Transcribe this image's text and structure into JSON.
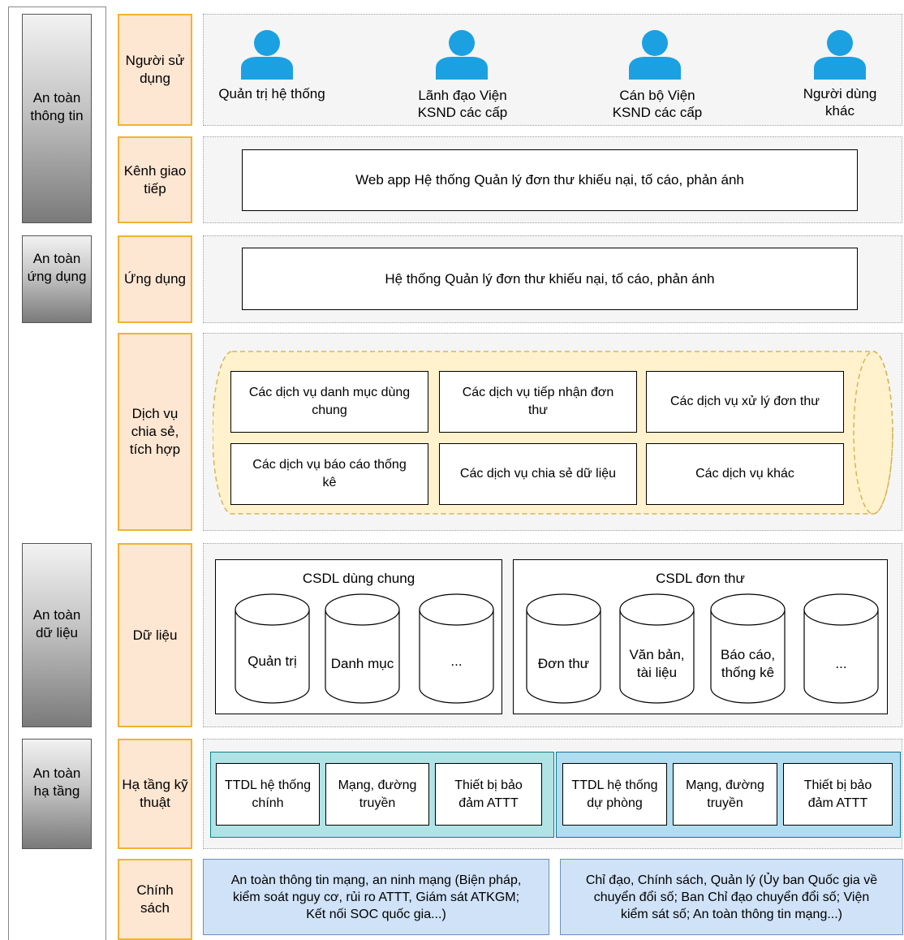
{
  "security": [
    {
      "key": "info",
      "label_lines": [
        "An toàn",
        "thông tin"
      ]
    },
    {
      "key": "app",
      "label_lines": [
        "An toàn",
        "ứng dụng"
      ]
    },
    {
      "key": "data",
      "label_lines": [
        "An toàn",
        "dữ liệu"
      ]
    },
    {
      "key": "infra",
      "label_lines": [
        "An toàn",
        "hạ tầng"
      ]
    }
  ],
  "layers": [
    {
      "key": "users",
      "label_lines": [
        "Người sử",
        "dụng"
      ]
    },
    {
      "key": "channel",
      "label_lines": [
        "Kênh giao",
        "tiếp"
      ]
    },
    {
      "key": "app",
      "label_lines": [
        "Ứng dụng"
      ]
    },
    {
      "key": "services",
      "label_lines": [
        "Dịch vụ",
        "chia sẻ,",
        "tích hợp"
      ]
    },
    {
      "key": "data",
      "label_lines": [
        "Dữ liệu"
      ]
    },
    {
      "key": "infra",
      "label_lines": [
        "Hạ tầng kỹ",
        "thuật"
      ]
    },
    {
      "key": "policy",
      "label_lines": [
        "Chính",
        "sách"
      ]
    }
  ],
  "users": [
    {
      "label_lines": [
        "Quản trị hệ thống"
      ]
    },
    {
      "label_lines": [
        "Lãnh đạo Viện",
        "KSND các cấp"
      ]
    },
    {
      "label_lines": [
        "Cán bộ Viện",
        "KSND các cấp"
      ]
    },
    {
      "label_lines": [
        "Người dùng",
        "khác"
      ]
    }
  ],
  "channel": {
    "label": "Web app Hệ thống Quản lý đơn thư khiếu nại, tố cáo, phản ánh"
  },
  "application": {
    "label": "Hệ thống Quản lý đơn thư khiếu nại, tố cáo, phản ánh"
  },
  "services": [
    {
      "label_lines": [
        "Các dịch vụ danh mục dùng",
        "chung"
      ]
    },
    {
      "label_lines": [
        "Các dịch vụ tiếp nhận đơn",
        "thư"
      ]
    },
    {
      "label_lines": [
        "Các dịch vụ xử lý đơn thư"
      ]
    },
    {
      "label_lines": [
        "Các dịch vụ báo cáo thống",
        "kê"
      ]
    },
    {
      "label_lines": [
        "Các dịch vụ chia sẻ dữ liệu"
      ]
    },
    {
      "label_lines": [
        "Các dịch vụ khác"
      ]
    }
  ],
  "databases": [
    {
      "title": "CSDL dùng chung",
      "items": [
        [
          "Quản trị"
        ],
        [
          "Danh mục"
        ],
        [
          "..."
        ]
      ]
    },
    {
      "title": "CSDL đơn thư",
      "items": [
        [
          "Đơn thư"
        ],
        [
          "Văn bản,",
          "tài liệu"
        ],
        [
          "Báo cáo,",
          "thống kê"
        ],
        [
          "..."
        ]
      ]
    }
  ],
  "infrastructure": [
    {
      "key": "main",
      "color": "#b0e3e6",
      "border": "#0e8088",
      "items": [
        [
          "TTDL hệ thống",
          "chính"
        ],
        [
          "Mạng, đường",
          "truyền"
        ],
        [
          "Thiết bị bảo",
          "đảm ATTT"
        ]
      ]
    },
    {
      "key": "backup",
      "color": "#b1ddf0",
      "border": "#10739e",
      "items": [
        [
          "TTDL hệ thống",
          "dự phòng"
        ],
        [
          "Mạng, đường",
          "truyền"
        ],
        [
          "Thiết bị bảo",
          "đảm ATTT"
        ]
      ]
    }
  ],
  "policies": [
    {
      "label_lines": [
        "An toàn thông tin mạng, an ninh mạng (Biện pháp,",
        "kiểm soát nguy cơ, rủi ro ATTT, Giám sát ATKGM;",
        "Kết nối SOC quốc gia...)"
      ]
    },
    {
      "label_lines": [
        "Chỉ đạo, Chính sách, Quản lý (Ủy ban Quốc gia về",
        "chuyển đổi số; Ban Chỉ đạo chuyển đổi số; Viện",
        "kiểm sát số; An toàn thông tin mạng...)"
      ]
    }
  ],
  "colors": {
    "user_icon": "#1ba1e2",
    "layer_fill": "#fde6d2",
    "layer_border": "#f2b232",
    "service_band": "#fff2cc",
    "service_band_border": "#d6b656",
    "policy_fill": "#cfe2f7"
  }
}
